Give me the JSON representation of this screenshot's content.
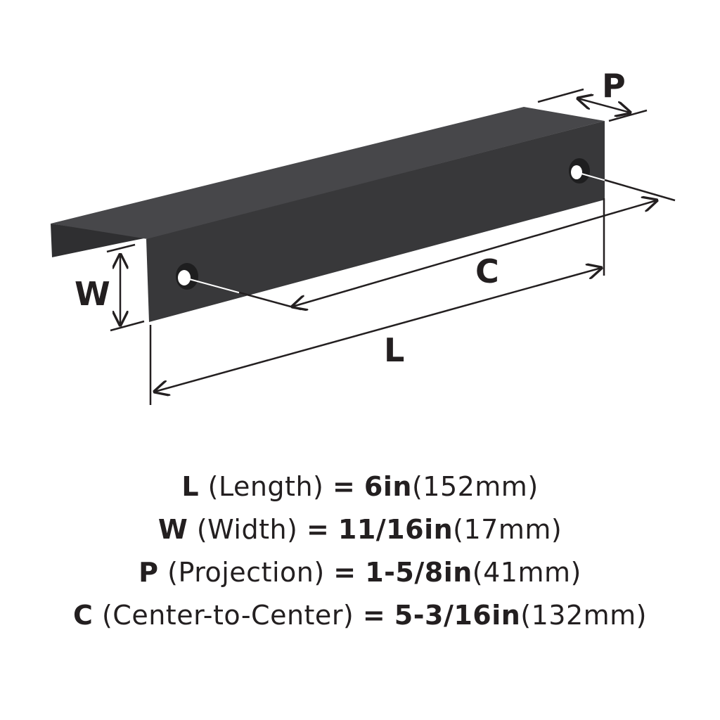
{
  "diagram": {
    "labels": {
      "P": "P",
      "C": "C",
      "L": "L",
      "W": "W"
    },
    "colors": {
      "handle": "#3a3a3c",
      "handle_top": "#4a4a4c",
      "lines": "#231f20"
    }
  },
  "specs": [
    {
      "letter": "L",
      "name": "(Length)",
      "eq": "=",
      "value": "6in",
      "metric": "(152mm)"
    },
    {
      "letter": "W",
      "name": "(Width)",
      "eq": "=",
      "value": "11/16in",
      "metric": "(17mm)"
    },
    {
      "letter": "P",
      "name": "(Projection)",
      "eq": "=",
      "value": "1-5/8in",
      "metric": "(41mm)"
    },
    {
      "letter": "C",
      "name": "(Center-to-Center)",
      "eq": "=",
      "value": "5-3/16in",
      "metric": "(132mm)"
    }
  ]
}
